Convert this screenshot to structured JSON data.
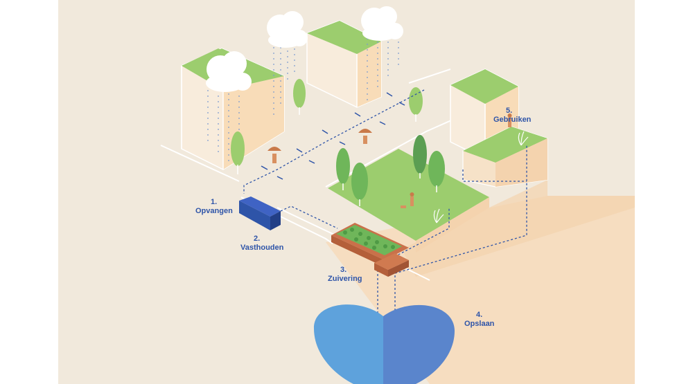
{
  "steps": [
    {
      "number": "1.",
      "label": "Opvangen"
    },
    {
      "number": "2.",
      "label": "Vasthouden"
    },
    {
      "number": "3.",
      "label": "Zuivering"
    },
    {
      "number": "4.",
      "label": "Opslaan"
    },
    {
      "number": "5.",
      "label": "Gebruiken"
    }
  ],
  "colors": {
    "background": "#f1e9dc",
    "ground": "#f6ddc0",
    "grass": "#9ccd6e",
    "tree": "#6fb65a",
    "building_side": "#f8dcb8",
    "water_left": "#5ea2dc",
    "water_right": "#5a85cc",
    "pipe": "#2e54a8",
    "label": "#2e54a8"
  },
  "icons": [
    "cloud-icon",
    "rain-icon",
    "tree-icon",
    "person-with-umbrella-icon",
    "person-with-dog-icon",
    "plant-icon"
  ]
}
